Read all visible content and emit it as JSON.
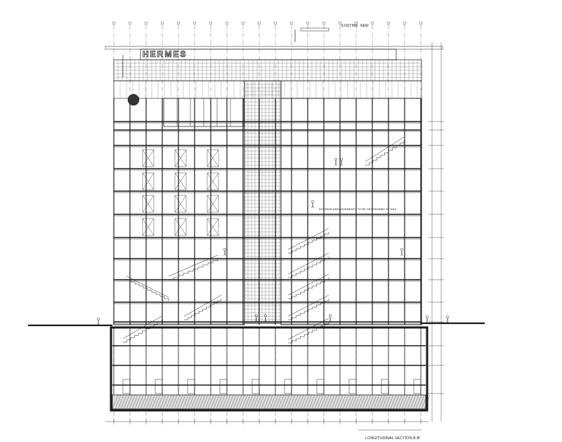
{
  "drawing": {
    "sign": "HERMES",
    "labels": {
      "existing": "EXISTING",
      "new": "NEW",
      "interior_note": "INTERIOR ARRANGEMENTS TO BE DETERMINED BY RDA",
      "section_title": "LONGITUDINAL SECTION B-B'"
    },
    "colors": {
      "line": "#1a1a1a",
      "background": "#ffffff",
      "hatch": "#444444"
    }
  }
}
